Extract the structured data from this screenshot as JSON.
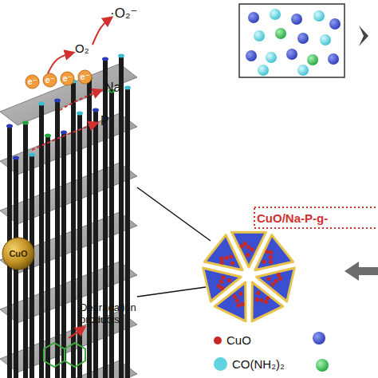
{
  "diagram": {
    "nodes": [
      {
        "text": [
          "e⁻"
        ]
      },
      {
        "text": [
          "e⁻"
        ]
      },
      {
        "text": [
          "e⁻"
        ]
      },
      {
        "text": [
          "e⁻"
        ]
      },
      {
        "text": [
          "CuO/Na-P-g-"
        ]
      },
      {
        "text": [
          "CuO"
        ]
      }
    ],
    "labels": [
      "·O₂⁻",
      "O₂",
      "Na",
      "P",
      "Degradation products"
    ],
    "legend": [
      {
        "text": "CuO",
        "color": "#c62828"
      },
      {
        "text": "CO(NH₂)₂",
        "color": "#5fd3e0"
      }
    ]
  }
}
